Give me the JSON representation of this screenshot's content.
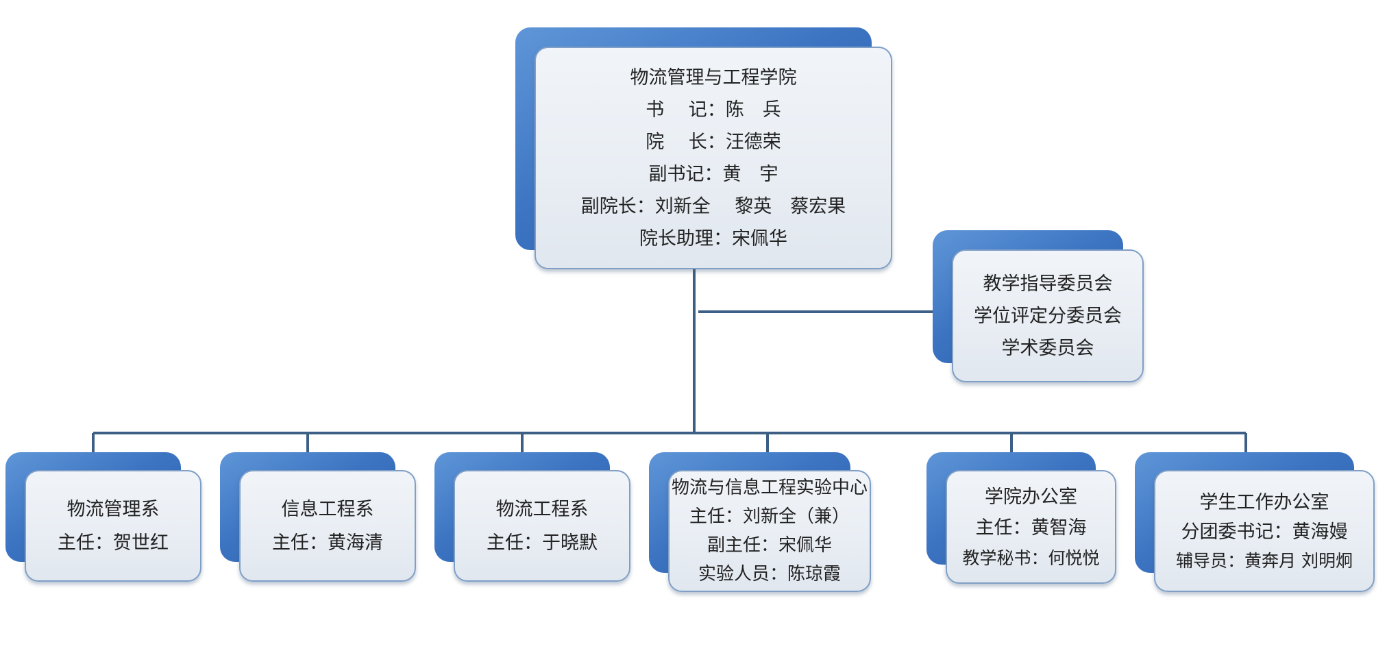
{
  "top": {
    "lines": [
      "物流管理与工程学院",
      "书　 记：陈　兵",
      "院　 长：汪德荣",
      "副书记：黄　宇",
      "副院长：刘新全　 黎英　蔡宏果",
      "院长助理：宋佩华"
    ]
  },
  "committee": {
    "lines": [
      "教学指导委员会",
      "学位评定分委员会",
      "学术委员会"
    ]
  },
  "depts": [
    {
      "lines": [
        "物流管理系",
        "主任：贺世红"
      ]
    },
    {
      "lines": [
        "信息工程系",
        "主任：黄海清"
      ]
    },
    {
      "lines": [
        "物流工程系",
        "主任：于晓默"
      ]
    },
    {
      "lines": [
        "物流与信息工程实验中心",
        "主任：刘新全（兼）",
        "副主任：宋佩华",
        "实验人员：陈琼霞"
      ]
    },
    {
      "lines": [
        "学院办公室",
        "主任：黄智海",
        "教学秘书：何悦悦"
      ]
    },
    {
      "lines": [
        "学生工作办公室",
        "分团委书记：黄海嫚",
        "辅导员：黄奔月 刘明炯"
      ]
    }
  ],
  "colors": {
    "connector": "#3d5f86",
    "box_accent": "#3c74c2"
  }
}
